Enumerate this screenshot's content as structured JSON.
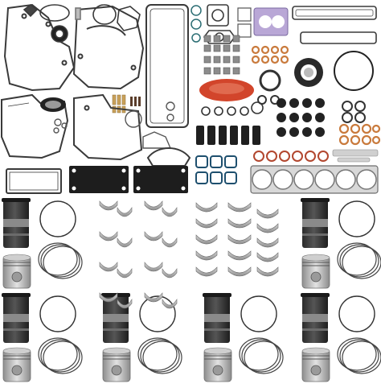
{
  "image": {
    "description_none": "",
    "colors": {
      "background": "#ffffff",
      "gasket_line": "#3a3a3a",
      "liner_dark": "#2b2b2b",
      "liner_band": "#8a8a8a",
      "piston_metal": "#b8b8b8",
      "bearing_metal": "#a9a9a9",
      "brass": "#c9a15a",
      "copper": "#c97a3c",
      "oring_black": "#222222",
      "seal_red": "#d2452b",
      "plate_black": "#1d1d1d",
      "purple_gasket": "#b9a7d6",
      "head_gasket": "#7d7d7d"
    },
    "groups": {
      "liner_piston_sets": 6,
      "bearing_half_sets": 3,
      "ring_sets": 6
    }
  }
}
